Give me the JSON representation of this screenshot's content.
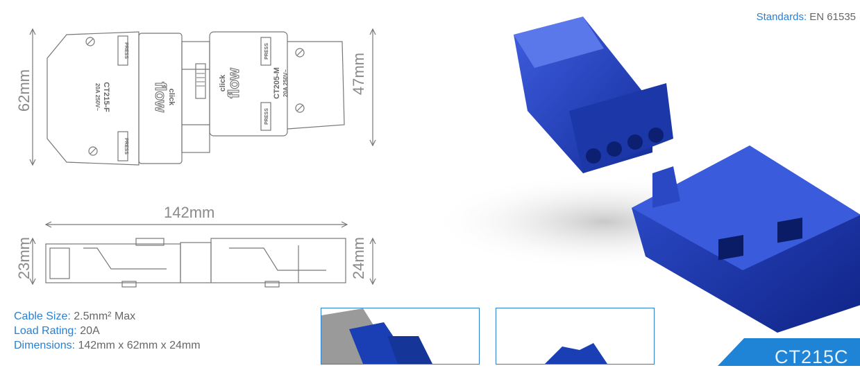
{
  "standards": {
    "label": "Standards:",
    "value": "EN 61535"
  },
  "drawing_top": {
    "height_left": "62mm",
    "height_right": "47mm",
    "female_model": "CT215-F",
    "female_rating": "20A 250V~",
    "male_model": "CT205-M",
    "male_rating": "20A 250V~",
    "press_label": "PRESS",
    "brand_top": "click",
    "brand_bottom": "flow"
  },
  "drawing_side": {
    "length": "142mm",
    "height_left": "23mm",
    "height_right": "24mm"
  },
  "specs": [
    {
      "label": "Cable Size:",
      "value": "2.5mm² Max"
    },
    {
      "label": "Load Rating:",
      "value": "20A"
    },
    {
      "label": "Dimensions:",
      "value": "142mm x 62mm x 24mm"
    }
  ],
  "banner": {
    "label": "CT215C"
  },
  "colors": {
    "accent": "#2a7fd0",
    "product_blue": "#1a3fb5",
    "line": "#8a8a8a"
  }
}
